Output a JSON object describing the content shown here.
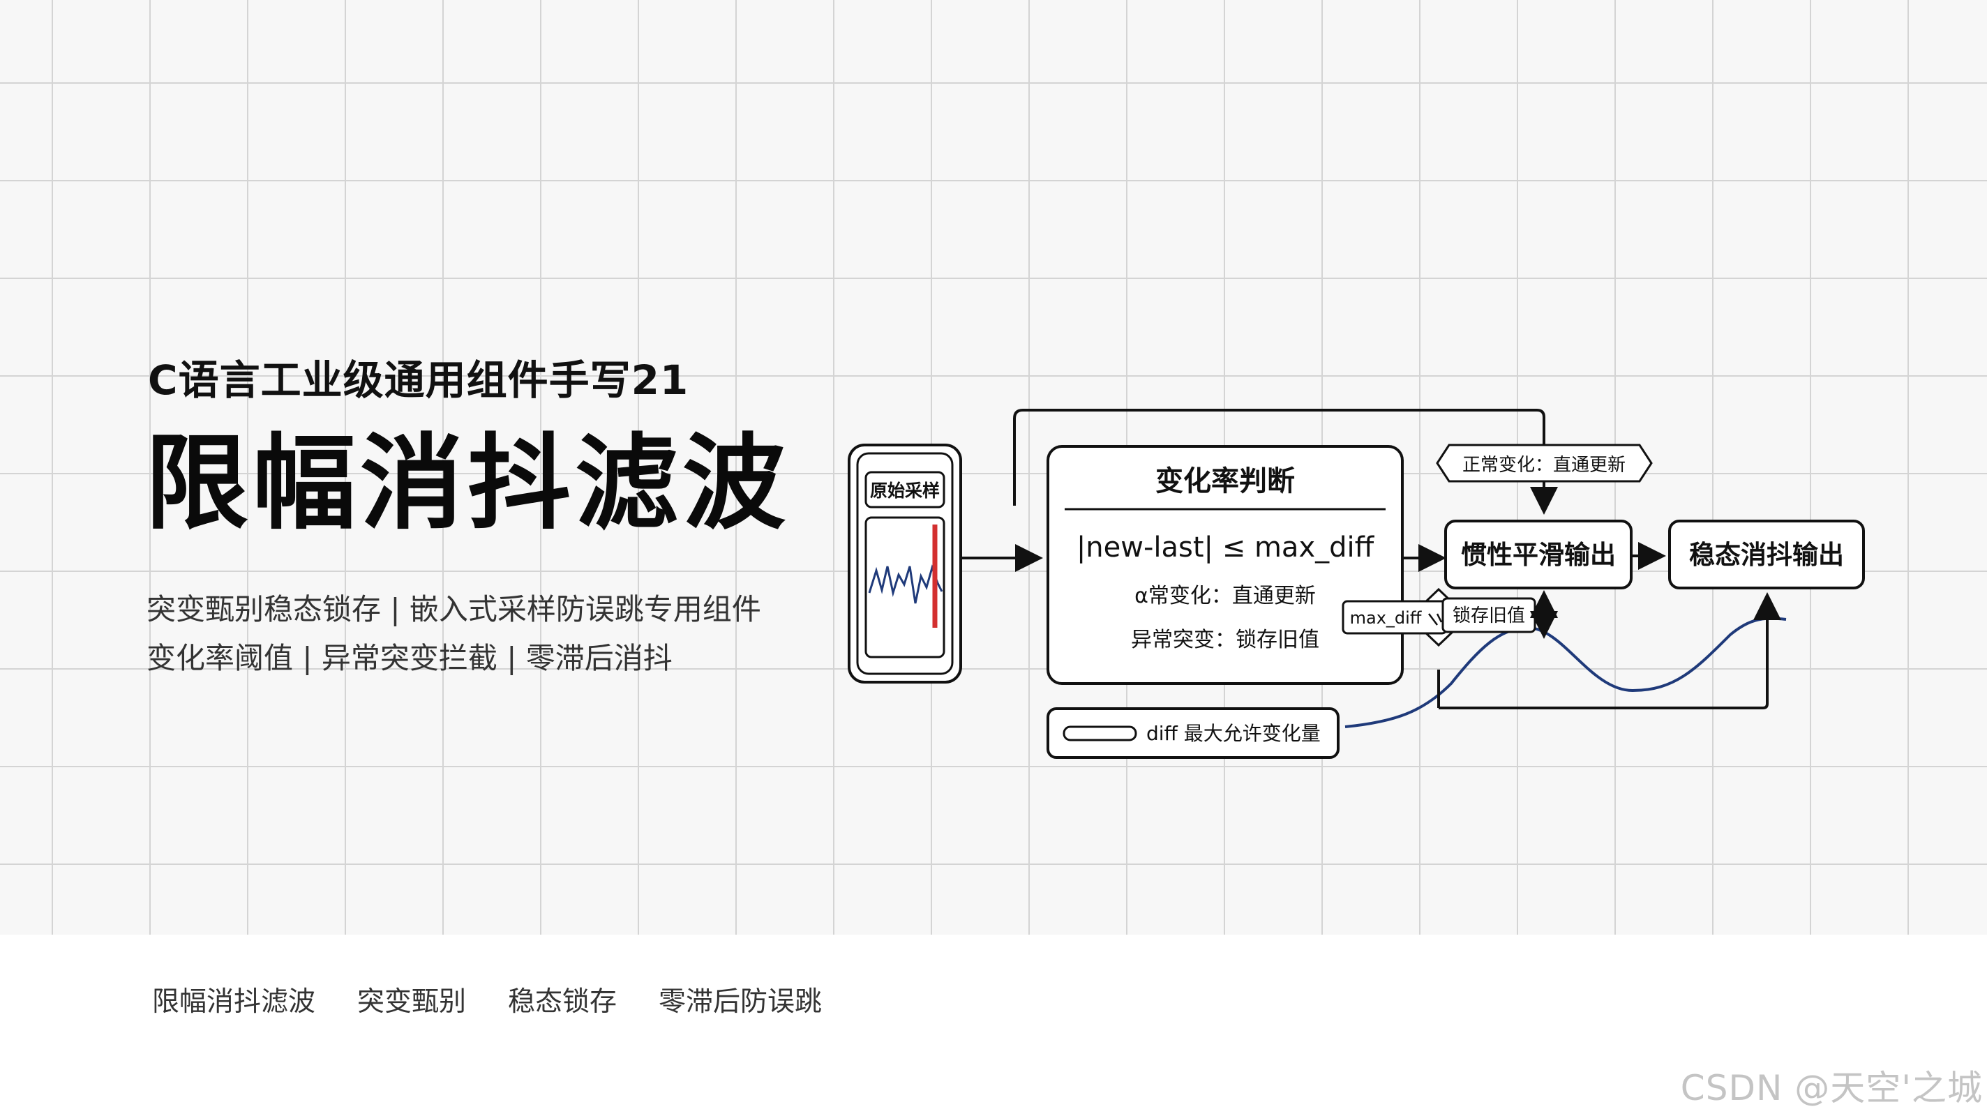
{
  "header": {
    "series_title": "C语言工业级通用组件手写21",
    "main_title": "限幅消抖滤波",
    "subtitle_line1": "突变甄别稳态锁存 | 嵌入式采样防误跳专用组件",
    "subtitle_line2": "变化率阈值 | 异常突变拦截 | 零滞后消抖"
  },
  "diagram": {
    "sample_label": "原始采样",
    "judge_title": "变化率判断",
    "judge_formula": "|new-last| ≤ max_diff",
    "judge_normal": "α常变化：直通更新",
    "judge_abnormal": "异常突变：锁存旧值",
    "normal_tag": "正常变化：直通更新",
    "inertia_label": "惯性平滑输出",
    "output_label": "稳态消抖输出",
    "maxdiff_tag": "max_diff",
    "lock_tag": "锁存旧值",
    "param_label": "diff 最大允许变化量",
    "colors": {
      "line": "#111111",
      "spike": "#d32f2f",
      "wave": "#1f3a7a"
    }
  },
  "tags": [
    "限幅消抖滤波",
    "突变甄别",
    "稳态锁存",
    "零滞后防误跳"
  ],
  "watermark": "CSDN @天空'之城"
}
